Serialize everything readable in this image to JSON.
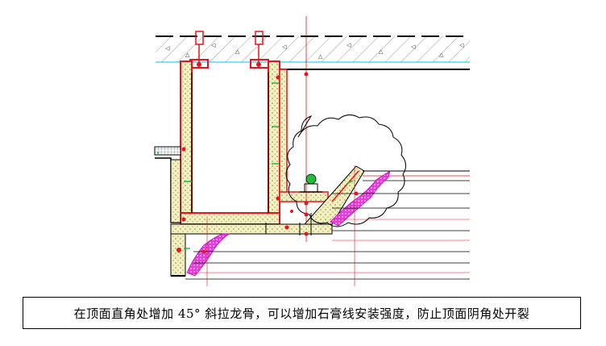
{
  "caption": "在顶面直角处增加 45° 斜拉龙骨，可以增加石膏线安装强度，防止顶面阴角处开裂",
  "colors": {
    "steel": "#e8141c",
    "steel_dark": "#c00000",
    "putty": "#f2f0c0",
    "gypsum_line": "#e040d8",
    "marker": "#1fbf3a",
    "concrete_hatch": "#000000",
    "cyan_line": "#00c8e0"
  },
  "icons": [
    "ceiling-concrete-slab",
    "hanger-bolt",
    "light-steel-keel",
    "gypsum-board",
    "gypsum-cornice",
    "detail-bubble",
    "screw-marker"
  ]
}
